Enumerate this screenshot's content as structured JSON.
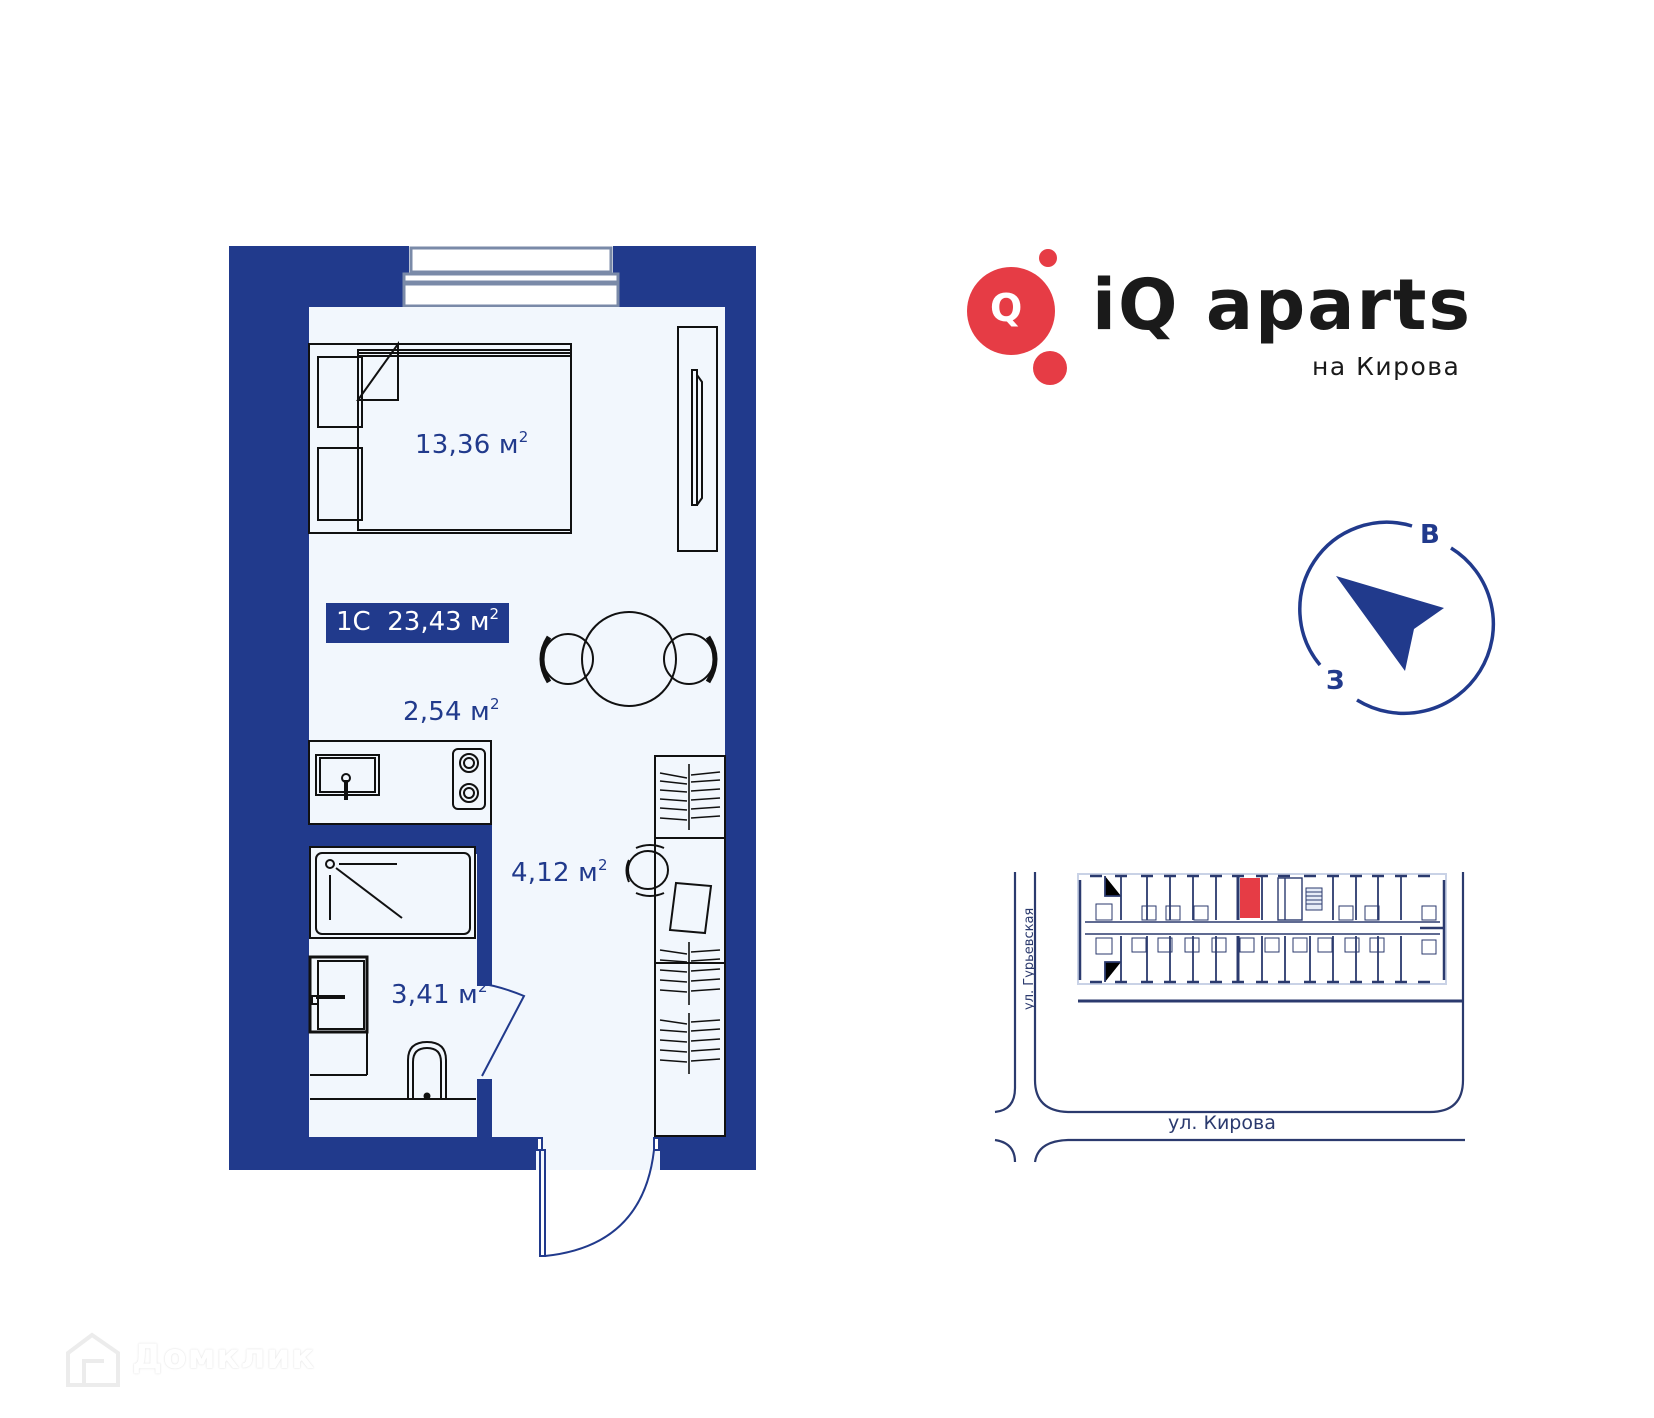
{
  "brand": {
    "name": "iQ aparts",
    "subtitle": "на Кирова",
    "logo_letter": "Q",
    "logo_color": "#e63c45"
  },
  "plan": {
    "unit_type": "1С",
    "total_area": "23,43 м",
    "wall_color": "#213a8c",
    "floor_color": "#f2f7fd",
    "rooms": [
      {
        "name": "living-room",
        "area": "13,36 м"
      },
      {
        "name": "kitchen",
        "area": "2,54 м"
      },
      {
        "name": "hallway",
        "area": "4,12 м"
      },
      {
        "name": "bathroom",
        "area": "3,41 м"
      }
    ],
    "superscript": "2"
  },
  "compass": {
    "east_label": "В",
    "west_label": "З",
    "color": "#213a8c"
  },
  "site_plan": {
    "street_horizontal": "ул. Кирова",
    "street_vertical": "ул. Гурьевская",
    "highlight_color": "#e63c45"
  },
  "watermark": {
    "text": "Домклик"
  }
}
